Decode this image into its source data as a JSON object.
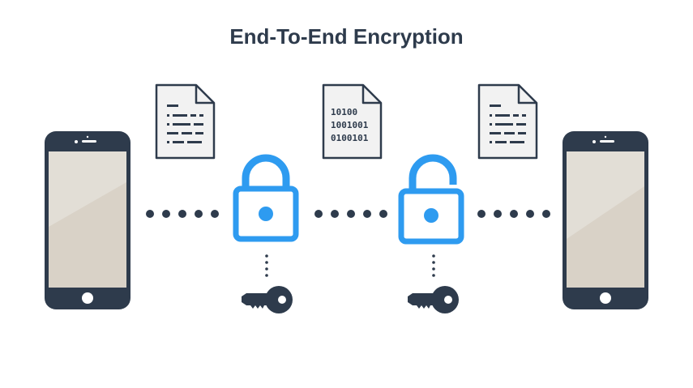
{
  "title": "End-To-End Encryption",
  "colors": {
    "dark": "#2e3b4c",
    "accent": "#2e9bf0",
    "paper": "#f2f2f2",
    "screen": "#e2ded6",
    "screen_shade": "#d9d2c7",
    "background": "#ffffff"
  },
  "encrypted_document": {
    "lines": [
      "10100",
      "1001001",
      "0100101"
    ]
  },
  "icons": {
    "sender_phone": "smartphone-icon",
    "receiver_phone": "smartphone-icon",
    "plaintext_document": "text-document-icon",
    "ciphertext_document": "binary-document-icon",
    "lock": "padlock-closed-icon",
    "unlock": "padlock-open-icon",
    "key": "key-icon"
  }
}
